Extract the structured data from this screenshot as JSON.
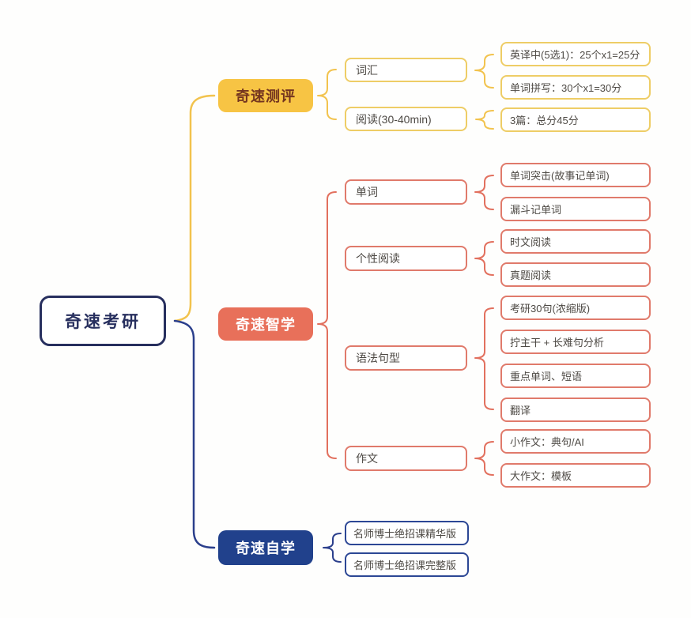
{
  "diagram": {
    "type": "mindmap",
    "root": {
      "label": "奇速考研"
    },
    "branches": [
      {
        "label": "奇速测评",
        "color": "#f7c444",
        "children": [
          {
            "label": "词汇",
            "children": [
              {
                "label": "英译中(5选1)：25个x1=25分"
              },
              {
                "label": "单词拼写：30个x1=30分"
              }
            ]
          },
          {
            "label": "阅读(30-40min)",
            "children": [
              {
                "label": "3篇：总分45分"
              }
            ]
          }
        ]
      },
      {
        "label": "奇速智学",
        "color": "#e8705a",
        "children": [
          {
            "label": "单词",
            "children": [
              {
                "label": "单词突击(故事记单词)"
              },
              {
                "label": "漏斗记单词"
              }
            ]
          },
          {
            "label": "个性阅读",
            "children": [
              {
                "label": "时文阅读"
              },
              {
                "label": "真题阅读"
              }
            ]
          },
          {
            "label": "语法句型",
            "children": [
              {
                "label": "考研30句(浓缩版)"
              },
              {
                "label": "拧主干 + 长难句分析"
              },
              {
                "label": "重点单词、短语"
              },
              {
                "label": "翻译"
              }
            ]
          },
          {
            "label": "作文",
            "children": [
              {
                "label": "小作文：典句/AI"
              },
              {
                "label": "大作文：模板"
              }
            ]
          }
        ]
      },
      {
        "label": "奇速自学",
        "color": "#21418c",
        "children": [
          {
            "label": "名师博士绝招课精华版"
          },
          {
            "label": "名师博士绝招课完整版"
          }
        ]
      }
    ],
    "colors": {
      "yellow_fill": "#f7c444",
      "yellow_border": "#eecd66",
      "yellow_line": "#f2c34e",
      "coral_fill": "#e8705a",
      "coral_border": "#e07a6b",
      "navy_fill": "#21418c",
      "navy_border": "#2c4795",
      "root_navy": "#272f5e",
      "text_dark": "#4e4a45",
      "assessment_text": "#74351f",
      "background": "#fefefd"
    }
  }
}
